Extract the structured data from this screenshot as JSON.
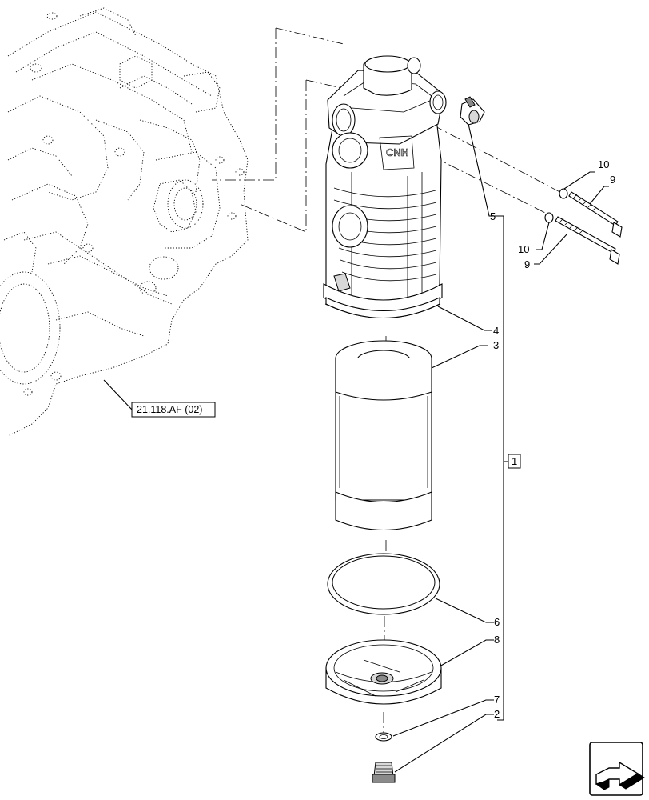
{
  "reference_label": "21.118.AF (02)",
  "group_label": "1",
  "callouts": [
    {
      "id": "c5",
      "text": "5"
    },
    {
      "id": "c10a",
      "text": "10"
    },
    {
      "id": "c9a",
      "text": "9"
    },
    {
      "id": "c10b",
      "text": "10"
    },
    {
      "id": "c9b",
      "text": "9"
    },
    {
      "id": "c4",
      "text": "4"
    },
    {
      "id": "c3",
      "text": "3"
    },
    {
      "id": "c6",
      "text": "6"
    },
    {
      "id": "c8",
      "text": "8"
    },
    {
      "id": "c7",
      "text": "7"
    },
    {
      "id": "c2",
      "text": "2"
    }
  ],
  "logo_text": "CNH",
  "nav_icon": "next-page-arrow-icon"
}
